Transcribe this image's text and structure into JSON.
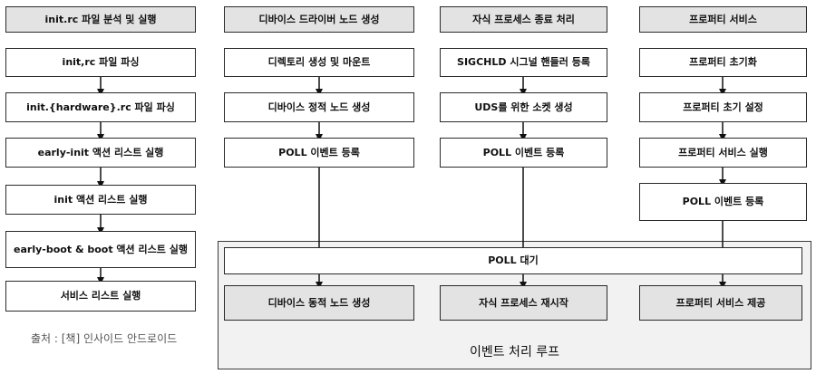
{
  "columns": [
    {
      "header": "init.rc 파일 분석 및 실행",
      "steps": [
        "init,rc 파일 파싱",
        "init.{hardware}.rc 파일 파싱",
        "early-init 액션 리스트 실행",
        "init 액션 리스트 실행",
        "early-boot & boot 액션 리스트 실행",
        "서비스 리스트 실행"
      ]
    },
    {
      "header": "디바이스 드라이버 노드 생성",
      "steps": [
        "디렉토리 생성 및 마운트",
        "디바이스 정적 노드 생성",
        "POLL 이벤트 등록"
      ]
    },
    {
      "header": "자식 프로세스 종료 처리",
      "steps": [
        "SIGCHLD 시그널 핸들러 등록",
        "UDS를 위한 소켓 생성",
        "POLL 이벤트 등록"
      ]
    },
    {
      "header": "프로퍼티 서비스",
      "steps": [
        "프로퍼티 초기화",
        "프로퍼티 초기 설정",
        "프로퍼티 서비스 실행",
        "POLL 이벤트 등록"
      ]
    }
  ],
  "event_loop": {
    "label": "이벤트 처리 루프",
    "poll_wait": "POLL 대기",
    "results": [
      "디바이스 동적 노드 생성",
      "자식 프로세스 재시작",
      "프로퍼티 서비스 제공"
    ]
  },
  "source_note": "출처 : [책] 인사이드 안드로이드"
}
